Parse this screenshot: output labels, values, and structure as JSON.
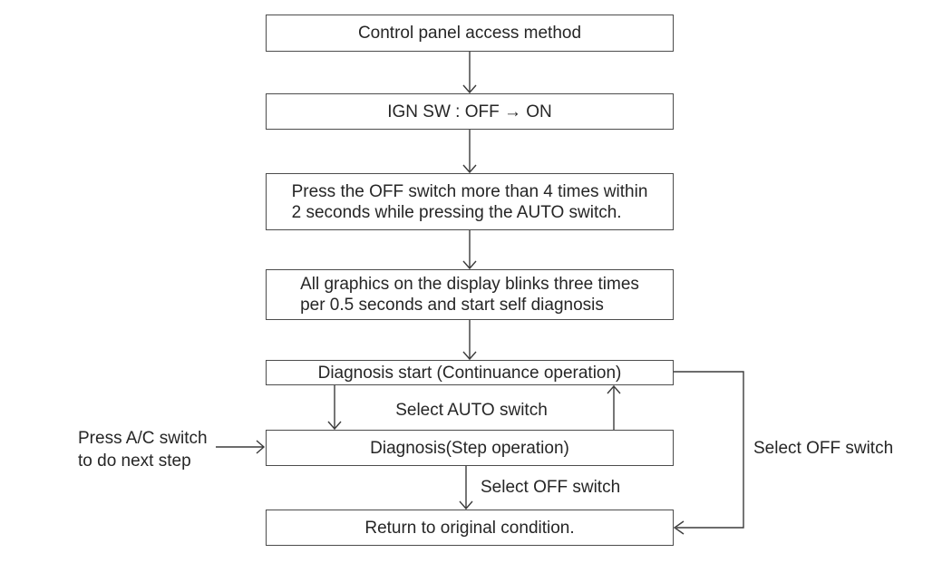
{
  "diagram": {
    "type": "flowchart",
    "background_color": "#ffffff",
    "line_color": "#3c3c3c",
    "border_color": "#4c4c4c",
    "text_color": "#262626",
    "nodes": [
      {
        "id": "control-panel-access-method",
        "lines": [
          "Control panel access method"
        ]
      },
      {
        "id": "ign-switch",
        "lines": [
          "IGN SW : OFF → ON"
        ]
      },
      {
        "id": "press-off-switch",
        "lines": [
          "Press the OFF switch more than 4 times within",
          "2 seconds while pressing the AUTO switch."
        ]
      },
      {
        "id": "graphics-blink",
        "lines": [
          "All graphics on the display blinks three times",
          "per 0.5 seconds and start self diagnosis"
        ]
      },
      {
        "id": "diagnosis-start",
        "lines": [
          "Diagnosis start (Continuance operation)"
        ]
      },
      {
        "id": "diagnosis-step",
        "lines": [
          "Diagnosis(Step operation)"
        ]
      },
      {
        "id": "return-original",
        "lines": [
          "Return to original condition."
        ]
      }
    ],
    "labels": {
      "select_auto": "Select AUTO switch",
      "select_off_step": "Select OFF switch",
      "select_off_continuance": "Select OFF switch",
      "press_ac_line1": "Press A/C switch",
      "press_ac_line2": "to do next step"
    }
  }
}
